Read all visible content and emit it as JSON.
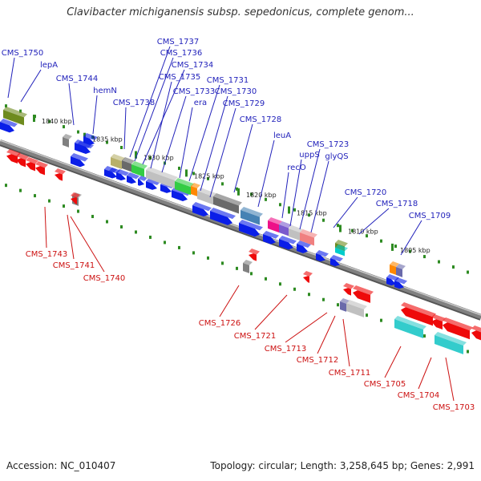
{
  "title": "Clavibacter michiganensis subsp. sepedonicus, complete genom...",
  "footer": {
    "accession": "Accession: NC_010407",
    "summary": "Topology: circular; Length: 3,258,645 bp; Genes: 2,991"
  },
  "colors": {
    "forward_gene": "#0a1ee8",
    "reverse_gene": "#ee0a0a",
    "tick": "#2e8b22",
    "backbone": "#808080",
    "label_fwd": "#2222bb",
    "label_rev": "#cc1111"
  },
  "scale_labels": [
    "1840 kbp",
    "1835 kbp",
    "1830 kbp",
    "1825 kbp",
    "1820 kbp",
    "1815 kbp",
    "1810 kbp",
    "1805 kbp"
  ],
  "top_labels": [
    "CMS_1750",
    "lepA",
    "CMS_1744",
    "hemN",
    "CMS_1738",
    "CMS_1737",
    "CMS_1736",
    "CMS_1734",
    "CMS_1735",
    "CMS_1733",
    "era",
    "CMS_1731",
    "CMS_1730",
    "CMS_1729",
    "CMS_1728",
    "leuA",
    "recO",
    "uppS",
    "CMS_1723",
    "glyQS",
    "CMS_1720",
    "CMS_1718",
    "CMS_1709"
  ],
  "bottom_labels": [
    "CMS_1743",
    "CMS_1741",
    "CMS_1740",
    "CMS_1726",
    "CMS_1721",
    "CMS_1713",
    "CMS_1712",
    "CMS_1711",
    "CMS_1705",
    "CMS_1704",
    "CMS_1703"
  ]
}
